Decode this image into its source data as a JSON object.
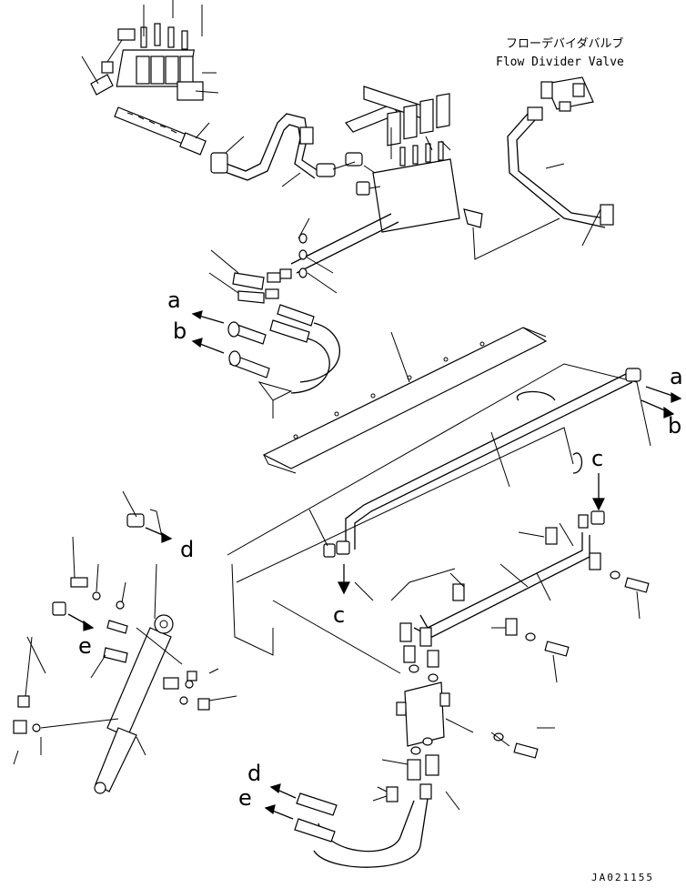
{
  "title_jp": "フローデバイダバルブ",
  "title_en": "Flow Divider Valve",
  "arrow_labels": {
    "a_left": "a",
    "b_left": "b",
    "a_right": "a",
    "b_right": "b",
    "c_top": "c",
    "c_mid": "c",
    "d_left": "d",
    "e_left": "e",
    "d_bottom": "d",
    "e_bottom": "e"
  },
  "drawing_code": "JA021155"
}
